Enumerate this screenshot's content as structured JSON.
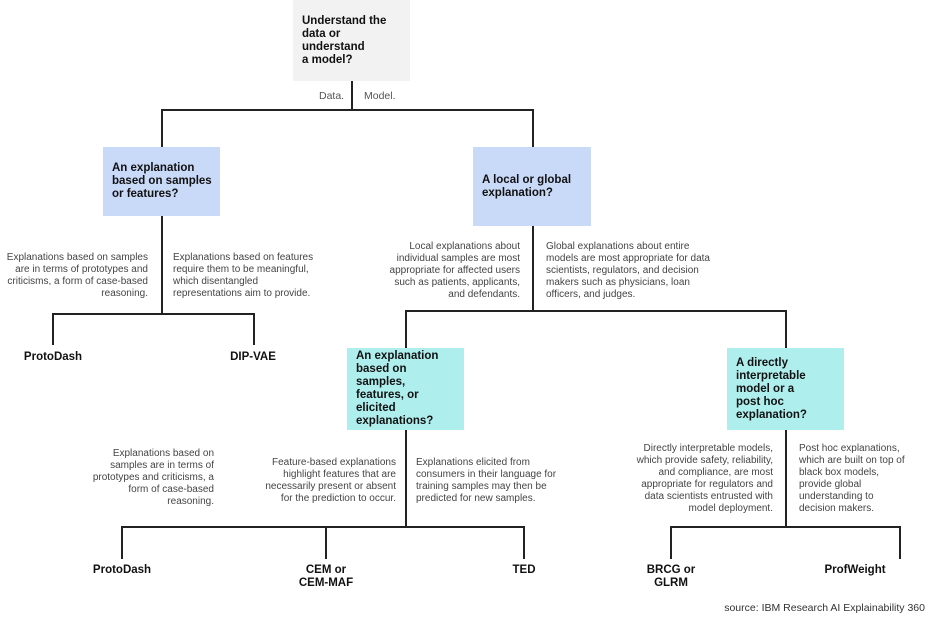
{
  "root": {
    "question": "Understand the\ndata or understand\na model?",
    "branch_left": "Data.",
    "branch_right": "Model."
  },
  "data_branch": {
    "question": "An explanation\nbased on samples\nor features?",
    "note_left": "Explanations based on samples\nare in terms of prototypes and\ncriticisms, a form of case-based\nreasoning.",
    "note_right": "Explanations based on features\nrequire them to be meaningful,\nwhich disentangled\nrepresentations aim to provide.",
    "leaf_left": "ProtoDash",
    "leaf_right": "DIP-VAE"
  },
  "model_branch": {
    "question": "A local or global\nexplanation?",
    "note_left": "Local explanations about\nindividual samples are most\nappropriate for affected users\nsuch as patients, applicants,\nand defendants.",
    "note_right": "Global explanations about entire\nmodels are most appropriate for data\nscientists, regulators, and decision\nmakers such as physicians, loan\nofficers, and judges."
  },
  "local_branch": {
    "question": "An explanation\nbased on samples,\nfeatures, or elicited\nexplanations?",
    "note_left": "Explanations based on\nsamples are in terms of\nprototypes and criticisms, a\nform of case-based\nreasoning.",
    "note_mid": "Feature-based explanations\nhighlight features that are\nnecessarily present or absent\nfor the prediction to occur.",
    "note_right": "Explanations elicited from\nconsumers in their language for\ntraining samples may then be\npredicted for new samples.",
    "leaf_left": "ProtoDash",
    "leaf_mid": "CEM or\nCEM-MAF",
    "leaf_right": "TED"
  },
  "global_branch": {
    "question": "A directly\ninterpretable\nmodel or a\npost hoc\nexplanation?",
    "note_left": "Directly interpretable models,\nwhich provide safety, reliability,\nand compliance, are most\nappropriate for regulators and\ndata scientists entrusted with\nmodel deployment.",
    "note_right": "Post hoc explanations,\nwhich are built on top of\nblack box models,\nprovide global\nunderstanding to\ndecision makers.",
    "leaf_left": "BRCG or\nGLRM",
    "leaf_right": "ProfWeight"
  },
  "source": "source: IBM Research AI Explainability 360",
  "colors": {
    "root_box": "#f2f2f2",
    "blue_box": "#c9d9f8",
    "cyan_box": "#aeeeed",
    "line": "#222222"
  }
}
